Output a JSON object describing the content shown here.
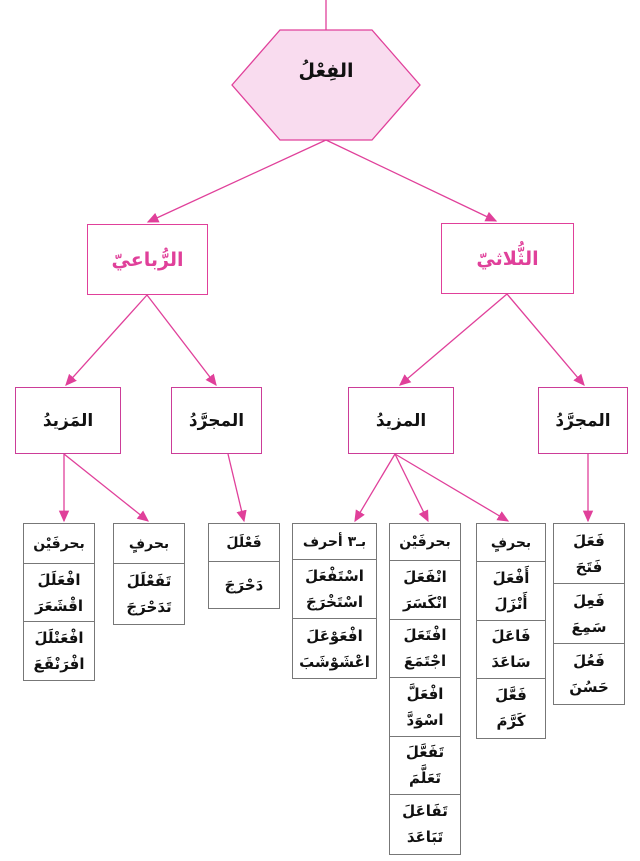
{
  "title": "الفِعْلُ",
  "colors": {
    "accent": "#e0409a",
    "hexagon_fill": "#f9dcef"
  },
  "branches": {
    "rubai": {
      "label": "الرُّباعيّ",
      "mazid": "المَزيدُ",
      "mujarrad": "المجرَّدُ"
    },
    "thulathi": {
      "label": "الثُّلاثيّ",
      "mazid": "المزيدُ",
      "mujarrad": "المجرَّدُ"
    }
  },
  "tables": [
    {
      "id": "rubai-mazid-2",
      "header": "بحرفَيْن",
      "rows": [
        [
          "افْعَلَلَ",
          "اقْشَعَرَ"
        ],
        [
          "افْعَنْلَلَ",
          "افْرَنْقَعَ"
        ]
      ]
    },
    {
      "id": "rubai-mazid-1",
      "header": "بحرفٍ",
      "rows": [
        [
          "تَفَعْلَلَ",
          "تَدَحْرَجَ"
        ]
      ]
    },
    {
      "id": "rubai-mujarrad",
      "header": "فَعْلَلَ",
      "rows": [
        [
          "دَحْرَجَ"
        ]
      ]
    },
    {
      "id": "thulathi-mazid-3",
      "header": "بـ٣ أحرف",
      "rows": [
        [
          "اسْتَفْعَلَ",
          "اسْتَخْرَجَ"
        ],
        [
          "افْعَوْعَلَ",
          "اعْشَوْشَبَ"
        ]
      ]
    },
    {
      "id": "thulathi-mazid-2",
      "header": "بحرفَيْن",
      "rows": [
        [
          "انْفَعَلَ",
          "انْكَسَرَ"
        ],
        [
          "افْتَعَلَ",
          "اجْتَمَعَ"
        ],
        [
          "افْعَلَّ",
          "اسْوَدَّ"
        ],
        [
          "تَفَعَّلَ",
          "تَعَلَّمَ"
        ],
        [
          "تَفَاعَلَ",
          "تَبَاعَدَ"
        ]
      ]
    },
    {
      "id": "thulathi-mazid-1",
      "header": "بحرفٍ",
      "rows": [
        [
          "أَفْعَلَ",
          "أَنْزَلَ"
        ],
        [
          "فَاعَلَ",
          "سَاعَدَ"
        ],
        [
          "فَعَّلَ",
          "كَرَّمَ"
        ]
      ]
    },
    {
      "id": "thulathi-mujarrad",
      "header": null,
      "rows": [
        [
          "فَعَلَ",
          "فَتَحَ"
        ],
        [
          "فَعِلَ",
          "سَمِعَ"
        ],
        [
          "فَعُلَ",
          "حَسُنَ"
        ]
      ]
    }
  ]
}
